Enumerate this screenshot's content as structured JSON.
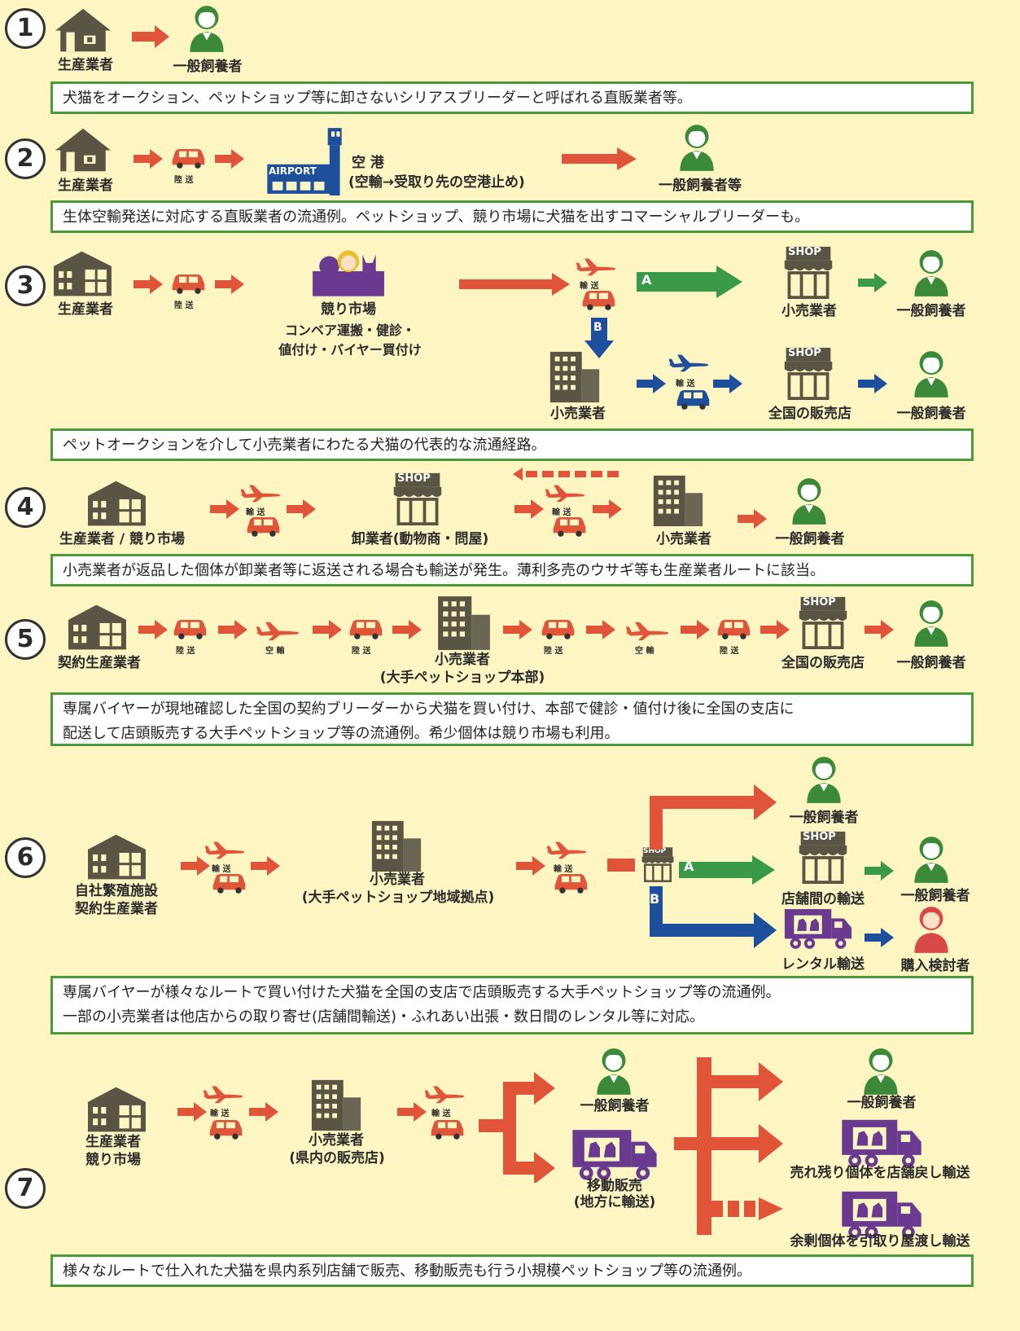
{
  "colors": {
    "background": "#fdf5c2",
    "red_arrow": "#e0553a",
    "green_arrow": "#3a9a4a",
    "blue_arrow": "#1e4f9c",
    "box_border": "#4a9a3a",
    "building": "#5a5444",
    "person": "#3a8a3a",
    "purple": "#6a3a90"
  },
  "icons": [
    "house-icon",
    "person-icon",
    "car-icon",
    "plane-icon",
    "airport-icon",
    "auction-icon",
    "shop-icon",
    "office-building-icon",
    "factory-icon",
    "truck-icon",
    "rental-truck-icon",
    "buyer-icon"
  ],
  "s1": {
    "num": "1",
    "producer": "生産業者",
    "owner": "一般飼養者",
    "desc": "犬猫をオークション、ペットショップ等に卸さないシリアスブリーダーと呼ばれる直販業者等。"
  },
  "s2": {
    "num": "2",
    "producer": "生産業者",
    "land": "陸 送",
    "airport_sign": "AIRPORT",
    "airport_label": "空 港",
    "airport_sub": "(空輸→受取り先の空港止め)",
    "owner": "一般飼養者等",
    "desc": "生体空輸発送に対応する直販業者の流通例。ペットショップ、競り市場に犬猫を出すコマーシャルブリーダーも。"
  },
  "s3": {
    "num": "3",
    "producer": "生産業者",
    "land": "陸 送",
    "market": "競り市場",
    "market_sub1": "コンベア運搬・健診・",
    "market_sub2": "値付け・バイヤー買付け",
    "transport": "輸 送",
    "route_a": "A",
    "route_b": "B",
    "shop_sign": "SHOP",
    "retailer": "小売業者",
    "owner_a": "一般飼養者",
    "retailer_b": "小売業者",
    "transport_b": "輸 送",
    "shop_b": "全国の販売店",
    "owner_b": "一般飼養者",
    "desc": "ペットオークションを介して小売業者にわたる犬猫の代表的な流通経路。"
  },
  "s4": {
    "num": "4",
    "producer": "生産業者 / 競り市場",
    "transport": "輸 送",
    "wholesaler": "卸業者(動物商・問屋)",
    "transport2": "輸 送",
    "retailer": "小売業者",
    "owner": "一般飼養者",
    "desc": "小売業者が返品した個体が卸業者等に返送される場合も輸送が発生。薄利多売のウサギ等も生産業者ルートに該当。"
  },
  "s5": {
    "num": "5",
    "producer": "契約生産業者",
    "land1": "陸 送",
    "air1": "空 輸",
    "land2": "陸 送",
    "retailer": "小売業者",
    "retailer_sub": "(大手ペットショップ本部)",
    "land3": "陸 送",
    "air2": "空 輸",
    "land4": "陸 送",
    "shop": "全国の販売店",
    "owner": "一般飼養者",
    "desc1": "専属バイヤーが現地確認した全国の契約ブリーダーから犬猫を買い付け、本部で健診・値付け後に全国の支店に",
    "desc2": "配送して店頭販売する大手ペットショップ等の流通例。希少個体は競り市場も利用。"
  },
  "s6": {
    "num": "6",
    "producer1": "自社繁殖施設",
    "producer2": "契約生産業者",
    "transport": "輸 送",
    "retailer": "小売業者",
    "retailer_sub": "(大手ペットショップ地域拠点)",
    "transport2": "輸 送",
    "owner_top": "一般飼養者",
    "route_a": "A",
    "route_b": "B",
    "inter_store": "店舗間の輸送",
    "owner_a": "一般飼養者",
    "rental": "レンタル輸送",
    "buyer": "購入検討者",
    "desc1": "専属バイヤーが様々なルートで買い付けた犬猫を全国の支店で店頭販売する大手ペットショップ等の流通例。",
    "desc2": "一部の小売業者は他店からの取り寄せ(店舗間輸送)・ふれあい出張・数日間のレンタル等に対応。"
  },
  "s7": {
    "num": "7",
    "producer1": "生産業者",
    "producer2": "競り市場",
    "transport": "輸 送",
    "retailer": "小売業者",
    "retailer_sub": "(県内の販売店)",
    "transport2": "輸 送",
    "owner_mid": "一般飼養者",
    "mobile1": "移動販売",
    "mobile2": "(地方に輸送)",
    "owner_right": "一般飼養者",
    "return1": "売れ残り個体を店舗戻し輸送",
    "return2": "余剰個体を引取り屋渡し輸送",
    "desc": "様々なルートで仕入れた犬猫を県内系列店舗で販売、移動販売も行う小規模ペットショップ等の流通例。"
  }
}
